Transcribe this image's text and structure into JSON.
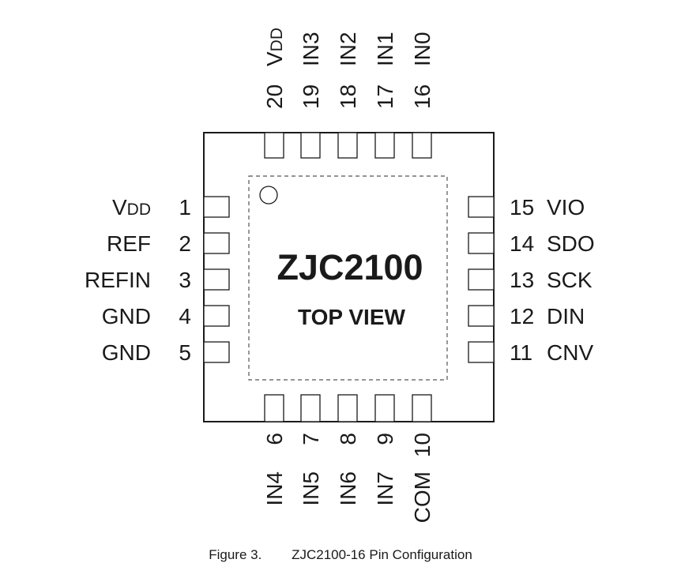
{
  "chip": {
    "part_number": "ZJC2100",
    "view_label": "TOP VIEW"
  },
  "pins": {
    "left": [
      {
        "number": "1",
        "name": "V",
        "sub": "DD"
      },
      {
        "number": "2",
        "name": "REF"
      },
      {
        "number": "3",
        "name": "REFIN"
      },
      {
        "number": "4",
        "name": "GND"
      },
      {
        "number": "5",
        "name": "GND"
      }
    ],
    "bottom": [
      {
        "number": "6",
        "name": "IN4"
      },
      {
        "number": "7",
        "name": "IN5"
      },
      {
        "number": "8",
        "name": "IN6"
      },
      {
        "number": "9",
        "name": "IN7"
      },
      {
        "number": "10",
        "name": "COM"
      }
    ],
    "right": [
      {
        "number": "11",
        "name": "CNV"
      },
      {
        "number": "12",
        "name": "DIN"
      },
      {
        "number": "13",
        "name": "SCK"
      },
      {
        "number": "14",
        "name": "SDO"
      },
      {
        "number": "15",
        "name": "VIO"
      }
    ],
    "top": [
      {
        "number": "16",
        "name": "IN0"
      },
      {
        "number": "17",
        "name": "IN1"
      },
      {
        "number": "18",
        "name": "IN2"
      },
      {
        "number": "19",
        "name": "IN3"
      },
      {
        "number": "20",
        "name": "V",
        "sub": "DD"
      }
    ]
  },
  "caption": "Figure 3.        ZJC2100-16 Pin Configuration"
}
